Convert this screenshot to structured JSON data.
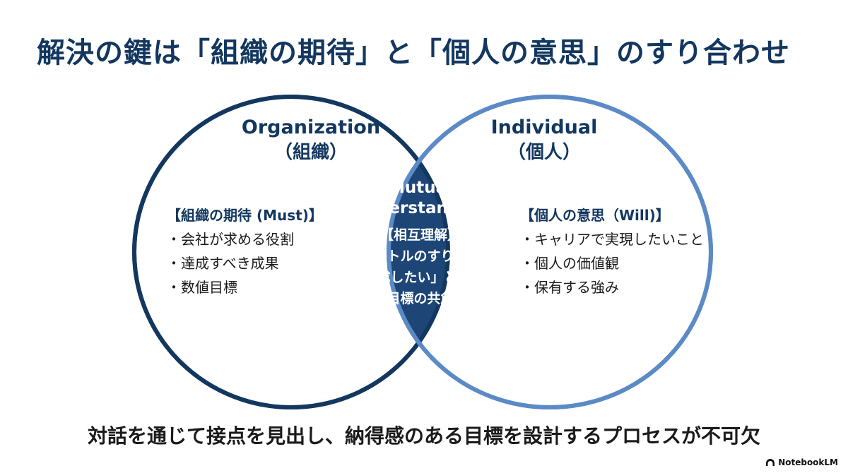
{
  "title": "解決の鍵は「組織の期待」と「個人の意思」のすり合わせ",
  "organization": {
    "title_en": "Organization",
    "title_jp": "（組織）",
    "heading": "【組織の期待 (Must)】",
    "items": [
      "会社が求める役割",
      "達成すべき成果",
      "数値目標"
    ]
  },
  "individual": {
    "title_en": "Individual",
    "title_jp": "（個人）",
    "heading": "【個人の意思（Will)】",
    "items": [
      "キャリアで実現したいこと",
      "個人の価値観",
      "保有する強み"
    ]
  },
  "intersection": {
    "title_line1": "Mutual",
    "title_line2": "Understanding",
    "heading": "【相互理解】",
    "items": [
      "ベクトルのすり合わせ",
      "「達成したい」と思える"
    ],
    "item2_cont": "目標の共創"
  },
  "footer": "対話を通じて接点を見出し、納得感のある目標を設計するプロセスが不可欠",
  "brand": "NotebookLM",
  "colors": {
    "navy": "#13375f",
    "light_blue": "#5b8ac6",
    "intersection_fill": "#1d4677",
    "text_dark": "#1a1a1a"
  }
}
